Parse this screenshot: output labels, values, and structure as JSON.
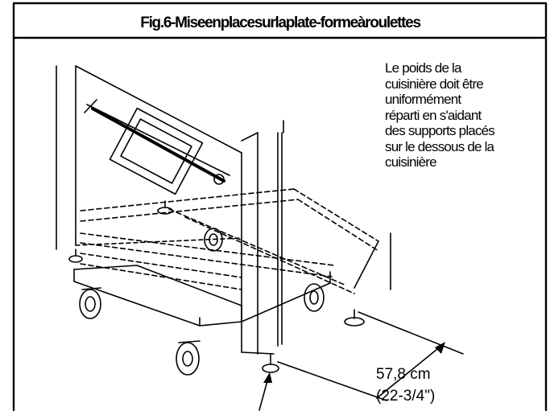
{
  "figure": {
    "title": "Fig.6-Miseenplacesurlaplate-formeàroulettes",
    "note_lines": [
      "Le poids de la",
      "cuisinière doit être",
      "uniformément",
      "réparti en s'aidant",
      "des supports placés",
      "sur le dessous de la",
      "cuisinière"
    ],
    "dimension": {
      "metric": "57,8  cm",
      "imperial": "(22-3/4\")"
    },
    "colors": {
      "ink": "#000000",
      "background": "#ffffff"
    }
  }
}
